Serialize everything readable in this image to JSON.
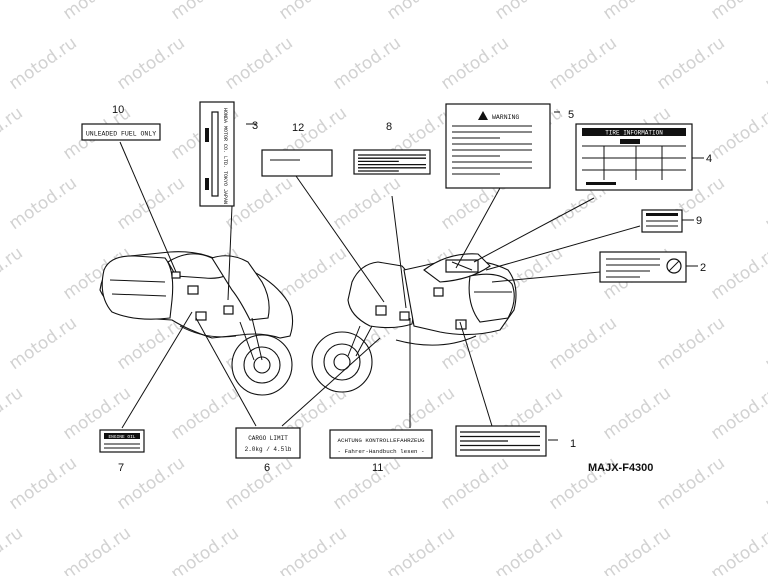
{
  "watermark": "motod.ru",
  "diagram_code": "MAJX-F4300",
  "callouts": [
    "1",
    "2",
    "3",
    "4",
    "5",
    "6",
    "7",
    "8",
    "9",
    "10",
    "11",
    "12"
  ],
  "labels": {
    "unleaded": "UNLEADED FUEL ONLY",
    "warning": "WARNING",
    "tire_info": "TIRE INFORMATION",
    "cargo_line1": "CARGO LIMIT",
    "cargo_line2": "2.0kg / 4.5lb",
    "achtung_line1": "ACHTUNG  KONTROLLEFAHRZEUG",
    "achtung_line2": "- Fahrer-Handbuch lesen -",
    "tank_label": "HONDA MOTOR CO. LTD. TOKYO JAPAN",
    "label7": "ENGINE OIL"
  }
}
